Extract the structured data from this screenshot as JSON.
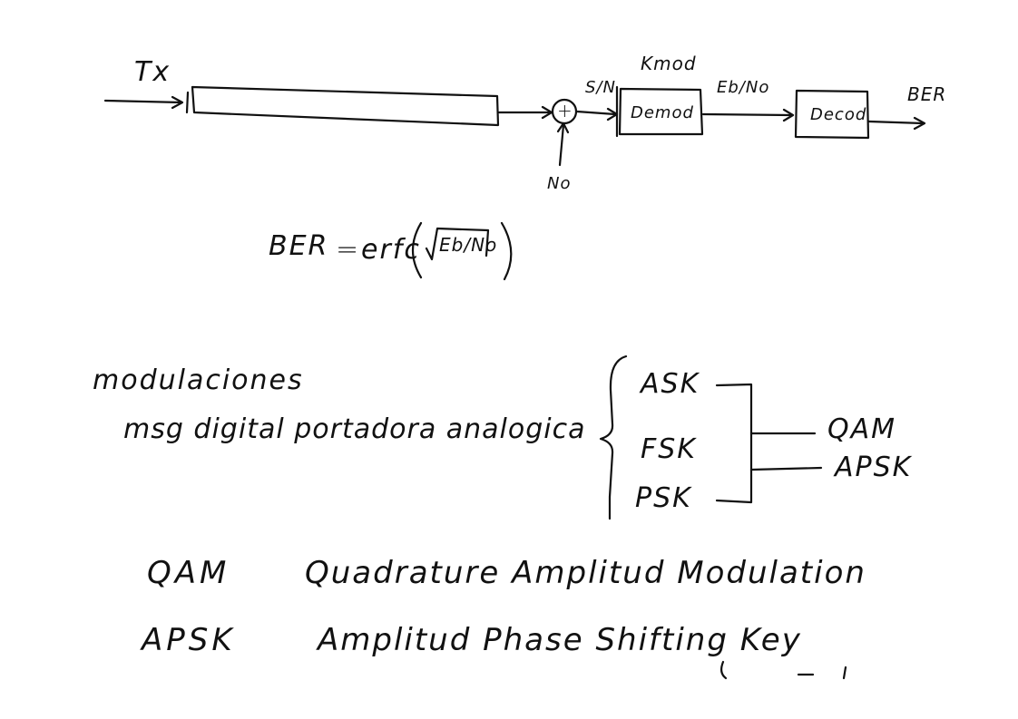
{
  "diagram": {
    "tx_label": "Tx",
    "s_over_n": "S/N",
    "kmod_label": "Kmod",
    "demod_label": "Demod",
    "eb_over_no": "Eb/No",
    "decod_label": "Decod",
    "ber_label": "BER",
    "no_label": "No",
    "adder_symbol": "+"
  },
  "formula": {
    "lhs": "BER",
    "eq": "=",
    "func": "erfc",
    "sqrt_arg": "Eb/No"
  },
  "modulations": {
    "title": "modulaciones",
    "subtitle": "msg digital   portadora analogica",
    "items": [
      "ASK",
      "FSK",
      "PSK"
    ],
    "combined": [
      "QAM",
      "APSK"
    ]
  },
  "definitions": [
    {
      "abbr": "QAM",
      "full": "Quadrature Amplitud Modulation"
    },
    {
      "abbr": "APSK",
      "full": "Amplitud Phase Shifting Key"
    }
  ],
  "colors": {
    "ink": "#111111",
    "background": "#ffffff"
  }
}
